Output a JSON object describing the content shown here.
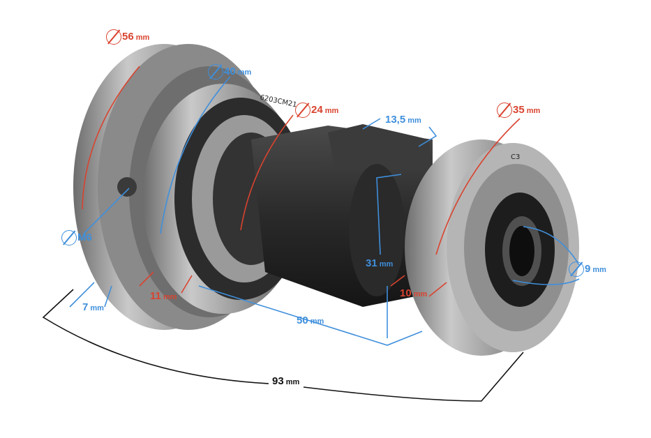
{
  "title": "Camshaft dimension diagram",
  "part_markings": {
    "left_bearing": "6203CM21",
    "right_bearing": "C3"
  },
  "dimensions": [
    {
      "id": "flange_diameter",
      "value": "56",
      "unit": "mm",
      "diameter": true,
      "color": "#d9432f"
    },
    {
      "id": "left_bearing_diameter",
      "value": "40",
      "unit": "mm",
      "diameter": true,
      "color": "#3f8fdc"
    },
    {
      "id": "shaft_diameter",
      "value": "24",
      "unit": "mm",
      "diameter": true,
      "color": "#d9432f"
    },
    {
      "id": "cam_width",
      "value": "13,5",
      "unit": "mm",
      "diameter": false,
      "color": "#3f8fdc"
    },
    {
      "id": "right_bearing_diameter",
      "value": "35",
      "unit": "mm",
      "diameter": true,
      "color": "#d9432f"
    },
    {
      "id": "thread",
      "value": "M6",
      "unit": "",
      "diameter": true,
      "color": "#3f8fdc"
    },
    {
      "id": "flange_width",
      "value": "7",
      "unit": "mm",
      "diameter": false,
      "color": "#3f8fdc"
    },
    {
      "id": "left_bearing_width",
      "value": "11",
      "unit": "mm",
      "diameter": false,
      "color": "#d9432f"
    },
    {
      "id": "bearing_spacing",
      "value": "50",
      "unit": "mm",
      "diameter": false,
      "color": "#3f8fdc"
    },
    {
      "id": "cam_height",
      "value": "31",
      "unit": "mm",
      "diameter": false,
      "color": "#3f8fdc"
    },
    {
      "id": "right_bearing_width",
      "value": "10",
      "unit": "mm",
      "diameter": false,
      "color": "#d9432f"
    },
    {
      "id": "bore_diameter",
      "value": "9",
      "unit": "mm",
      "diameter": true,
      "color": "#3f8fdc"
    },
    {
      "id": "total_length",
      "value": "93",
      "unit": "mm",
      "diameter": false,
      "color": "#111111"
    }
  ]
}
